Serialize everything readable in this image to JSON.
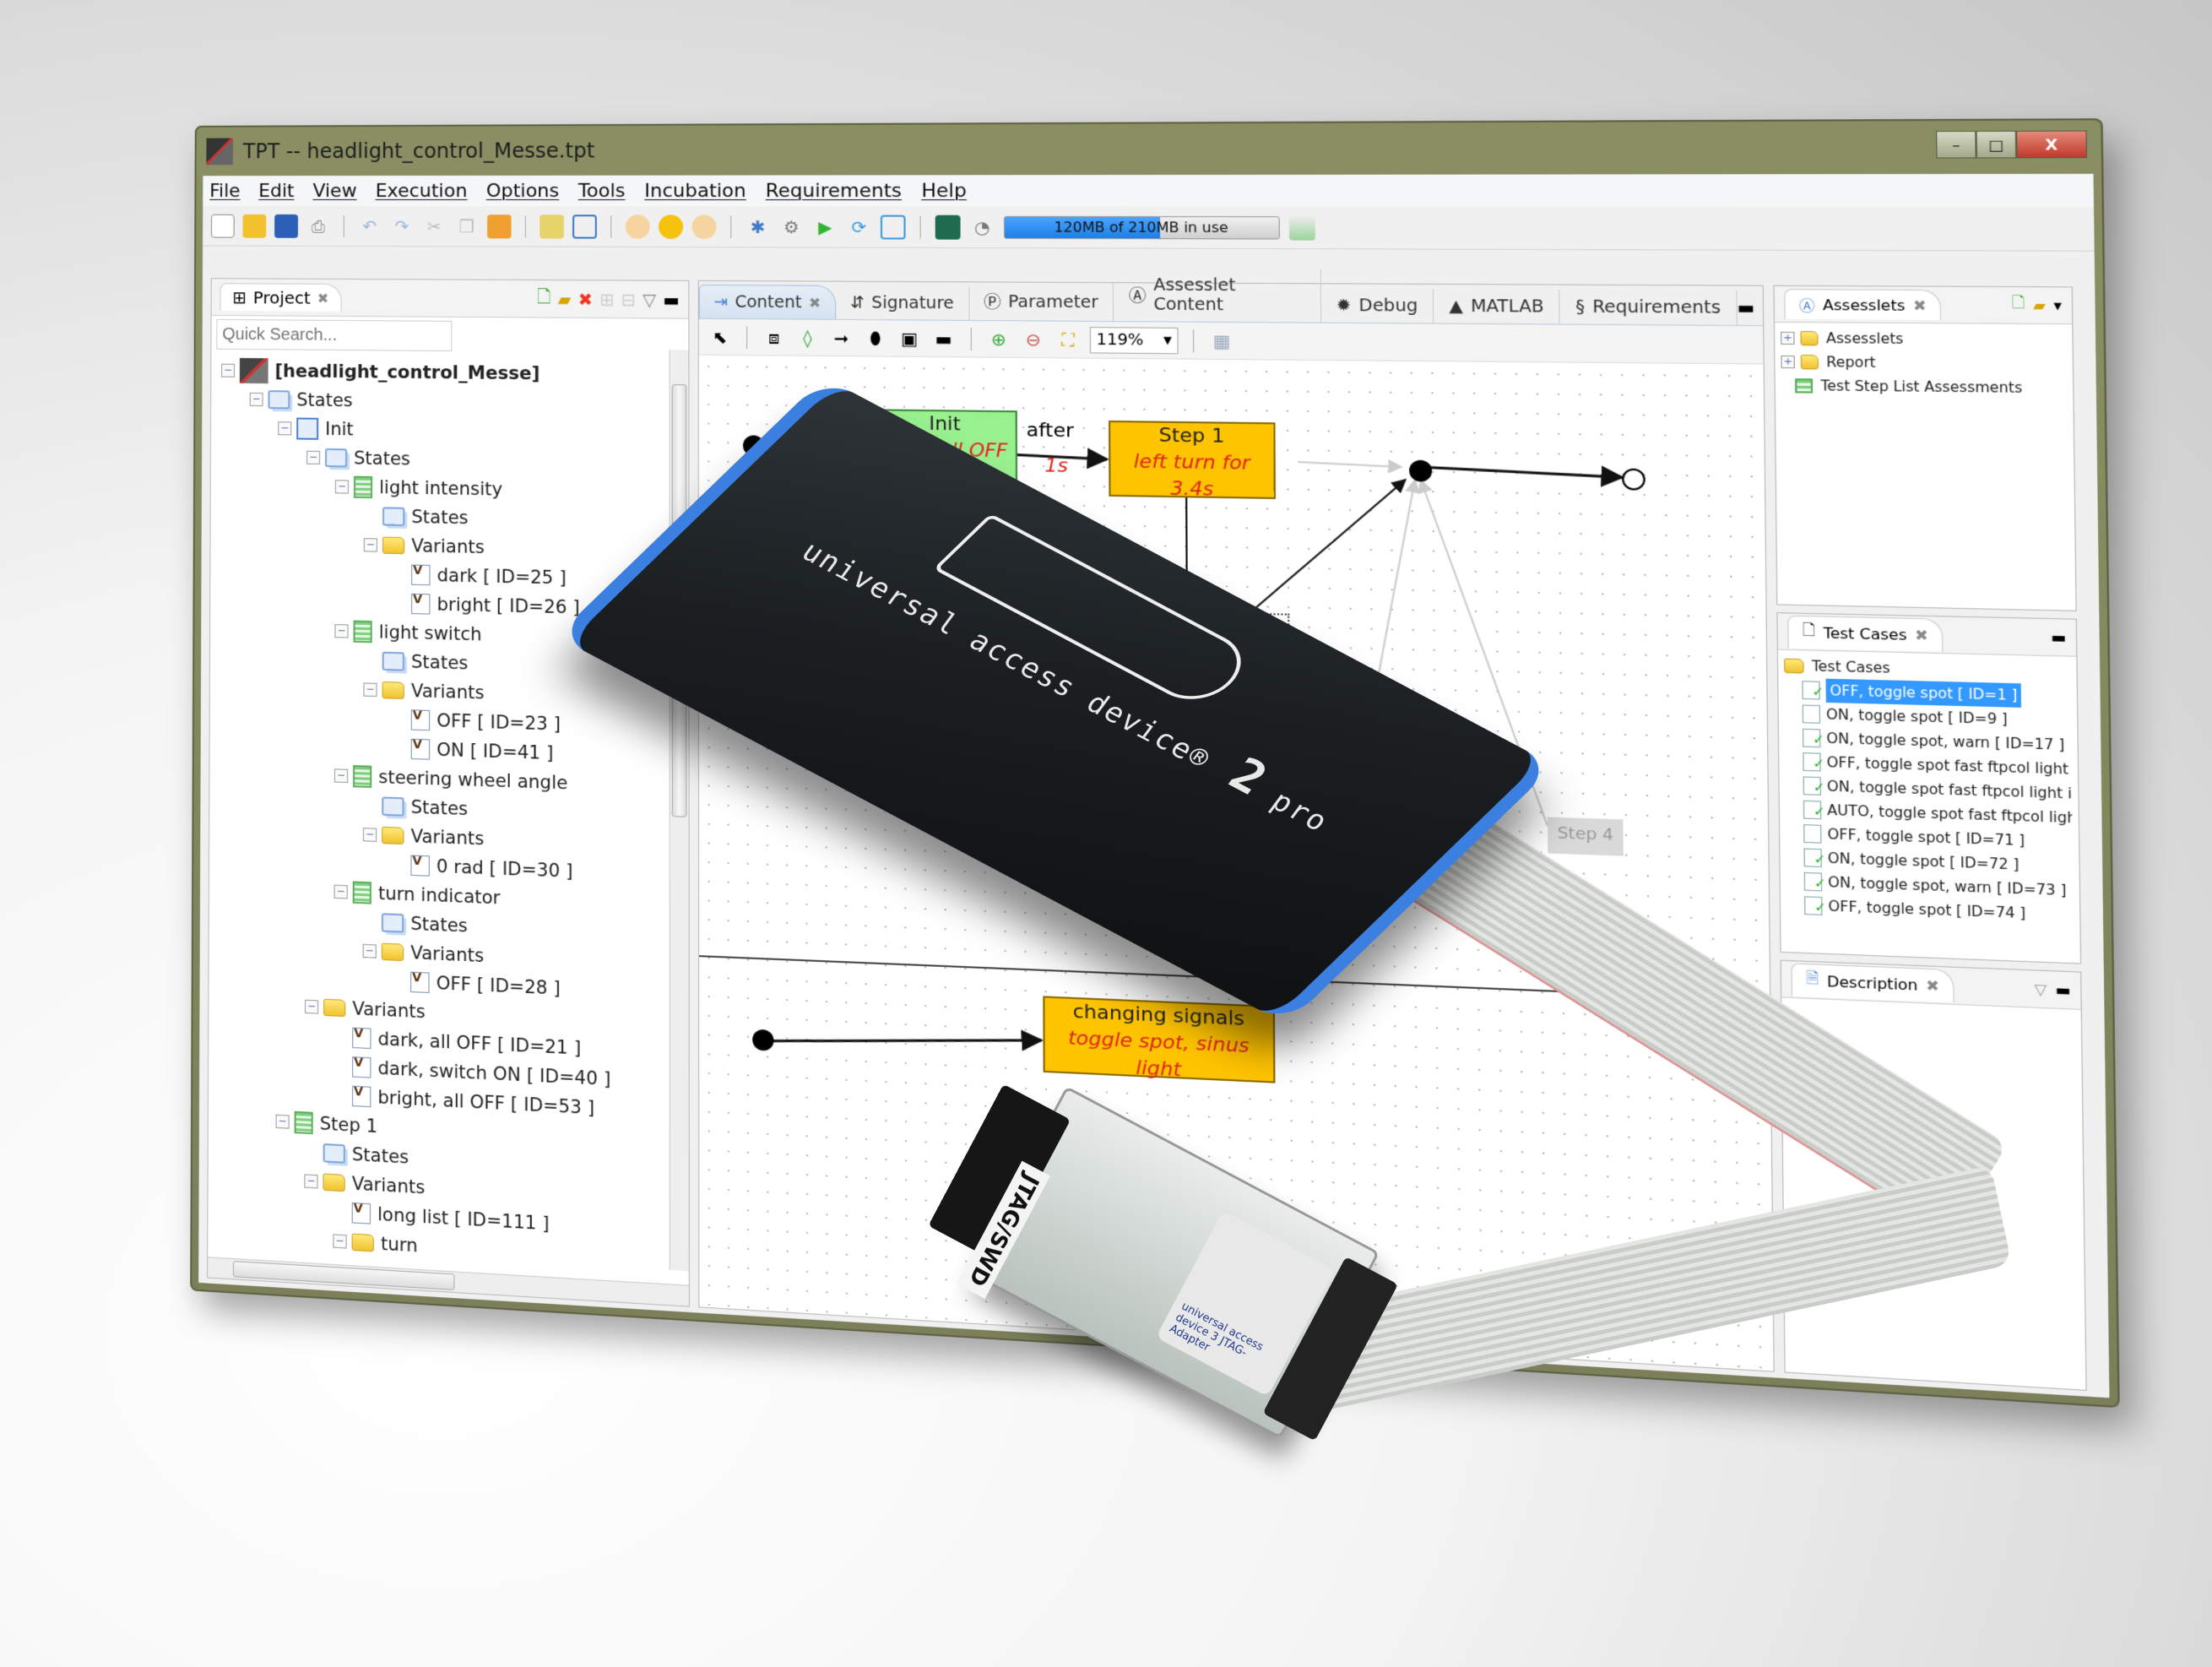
{
  "window": {
    "title": "TPT -- headlight_control_Messe.tpt",
    "controls": {
      "minimize": "–",
      "maximize": "□",
      "close": "X"
    }
  },
  "menubar": [
    "File",
    "Edit",
    "View",
    "Execution",
    "Options",
    "Tools",
    "Incubation",
    "Requirements",
    "Help"
  ],
  "toolbar": {
    "memory": {
      "text": "120MB of 210MB in use",
      "used_mb": 120,
      "total_mb": 210
    },
    "icons": [
      "new-file-icon",
      "open-folder-icon",
      "save-icon",
      "print-icon",
      "undo-icon",
      "redo-icon",
      "cut-icon",
      "copy-icon",
      "paste-icon",
      "edit-icon",
      "window-icon",
      "up-icon",
      "back-icon",
      "forward-icon",
      "config-icon",
      "build-icon",
      "run-icon",
      "refresh-icon",
      "inspect-icon",
      "report-icon",
      "gauge-icon",
      "chart-icon"
    ]
  },
  "project": {
    "tab_label": "Project",
    "search_placeholder": "Quick Search...",
    "tree": [
      {
        "depth": 0,
        "icon": "project",
        "label": "[headlight_control_Messe]",
        "bold": true,
        "expanded": true
      },
      {
        "depth": 1,
        "icon": "states",
        "label": "States",
        "expanded": true
      },
      {
        "depth": 2,
        "icon": "init",
        "label": "Init",
        "expanded": true
      },
      {
        "depth": 3,
        "icon": "states",
        "label": "States",
        "expanded": true
      },
      {
        "depth": 4,
        "icon": "step",
        "label": "light intensity",
        "expanded": true
      },
      {
        "depth": 5,
        "icon": "states",
        "label": "States"
      },
      {
        "depth": 5,
        "icon": "folder",
        "label": "Variants",
        "expanded": true
      },
      {
        "depth": 6,
        "icon": "variant",
        "label": "dark  [ ID=25 ]"
      },
      {
        "depth": 6,
        "icon": "variant",
        "label": "bright  [ ID=26 ]"
      },
      {
        "depth": 4,
        "icon": "step",
        "label": "light switch",
        "expanded": true
      },
      {
        "depth": 5,
        "icon": "states",
        "label": "States"
      },
      {
        "depth": 5,
        "icon": "folder",
        "label": "Variants",
        "expanded": true
      },
      {
        "depth": 6,
        "icon": "variant",
        "label": "OFF  [ ID=23 ]"
      },
      {
        "depth": 6,
        "icon": "variant",
        "label": "ON  [ ID=41 ]"
      },
      {
        "depth": 4,
        "icon": "step",
        "label": "steering wheel angle",
        "expanded": true
      },
      {
        "depth": 5,
        "icon": "states",
        "label": "States"
      },
      {
        "depth": 5,
        "icon": "folder",
        "label": "Variants",
        "expanded": true
      },
      {
        "depth": 6,
        "icon": "variant",
        "label": "0 rad  [ ID=30 ]"
      },
      {
        "depth": 4,
        "icon": "step",
        "label": "turn indicator",
        "expanded": true
      },
      {
        "depth": 5,
        "icon": "states",
        "label": "States"
      },
      {
        "depth": 5,
        "icon": "folder",
        "label": "Variants",
        "expanded": true
      },
      {
        "depth": 6,
        "icon": "variant",
        "label": "OFF  [ ID=28 ]"
      },
      {
        "depth": 3,
        "icon": "folder",
        "label": "Variants",
        "expanded": true
      },
      {
        "depth": 4,
        "icon": "variant",
        "label": "dark, all OFF  [ ID=21 ]"
      },
      {
        "depth": 4,
        "icon": "variant",
        "label": "dark, switch ON  [ ID=40 ]"
      },
      {
        "depth": 4,
        "icon": "variant",
        "label": "bright, all OFF  [ ID=53 ]"
      },
      {
        "depth": 2,
        "icon": "step",
        "label": "Step 1",
        "expanded": true
      },
      {
        "depth": 3,
        "icon": "states",
        "label": "States"
      },
      {
        "depth": 3,
        "icon": "folder",
        "label": "Variants",
        "expanded": true
      },
      {
        "depth": 4,
        "icon": "variant",
        "label": "long list  [ ID=111 ]"
      },
      {
        "depth": 4,
        "icon": "folder",
        "label": "turn",
        "expanded": true
      }
    ]
  },
  "editor": {
    "tabs": [
      {
        "label": "Content",
        "active": true,
        "closable": true
      },
      {
        "label": "Signature"
      },
      {
        "label": "Parameter"
      },
      {
        "label": "Assesslet Content"
      },
      {
        "label": "Debug"
      },
      {
        "label": "MATLAB"
      },
      {
        "label": "Requirements"
      }
    ],
    "zoom": "119%",
    "diagram": {
      "nodes": [
        {
          "id": "init",
          "label": "Init",
          "sub": "dark, all OFF",
          "color": "#99f08f"
        },
        {
          "id": "step1",
          "label": "Step 1",
          "sub": "left turn for 3.4s",
          "color": "#ffc400"
        },
        {
          "id": "step4",
          "label": "Step 4",
          "sub": "",
          "color": "#d9d9d9"
        },
        {
          "id": "changing",
          "label": "changing signals",
          "sub": "toggle spot, sinus light",
          "color": "#ffc400"
        }
      ],
      "transition": {
        "label": "after",
        "sub": "1s"
      }
    }
  },
  "assesslets": {
    "tab_label": "Assesslets",
    "items": [
      {
        "label": "Assesslets",
        "icon": "folder",
        "expandable": true
      },
      {
        "label": "Report",
        "icon": "folder",
        "expandable": true
      },
      {
        "label": "Test Step List Assessments",
        "icon": "step"
      }
    ]
  },
  "testcases": {
    "tab_label": "Test Cases",
    "root": "Test Cases",
    "items": [
      {
        "label": "OFF, toggle spot  [ ID=1 ]",
        "selected": true,
        "ok": true
      },
      {
        "label": "ON, toggle spot  [ ID=9 ]",
        "ok": false
      },
      {
        "label": "ON, toggle spot, warn  [ ID=17 ]",
        "ok": true
      },
      {
        "label": "OFF, toggle spot fast ftpcol light i",
        "ok": true
      },
      {
        "label": "ON, toggle spot fast ftpcol light in",
        "ok": true
      },
      {
        "label": "AUTO, toggle spot fast ftpcol ligh",
        "ok": true
      },
      {
        "label": "OFF, toggle spot  [ ID=71 ]",
        "ok": false
      },
      {
        "label": "ON, toggle spot  [ ID=72 ]",
        "ok": true
      },
      {
        "label": "ON, toggle spot, warn  [ ID=73 ]",
        "ok": true
      },
      {
        "label": "OFF, toggle spot  [ ID=74 ]",
        "ok": true
      }
    ]
  },
  "description": {
    "tab_label": "Description",
    "text": ""
  },
  "hardware": {
    "device_text": "universal access device",
    "device_model": "2",
    "device_suffix": "pro",
    "adapter_label": "JTAG/SWD",
    "adapter_sticker": "universal access device 3 JTAG-Adapter",
    "accent_color": "#3b7fe0"
  }
}
